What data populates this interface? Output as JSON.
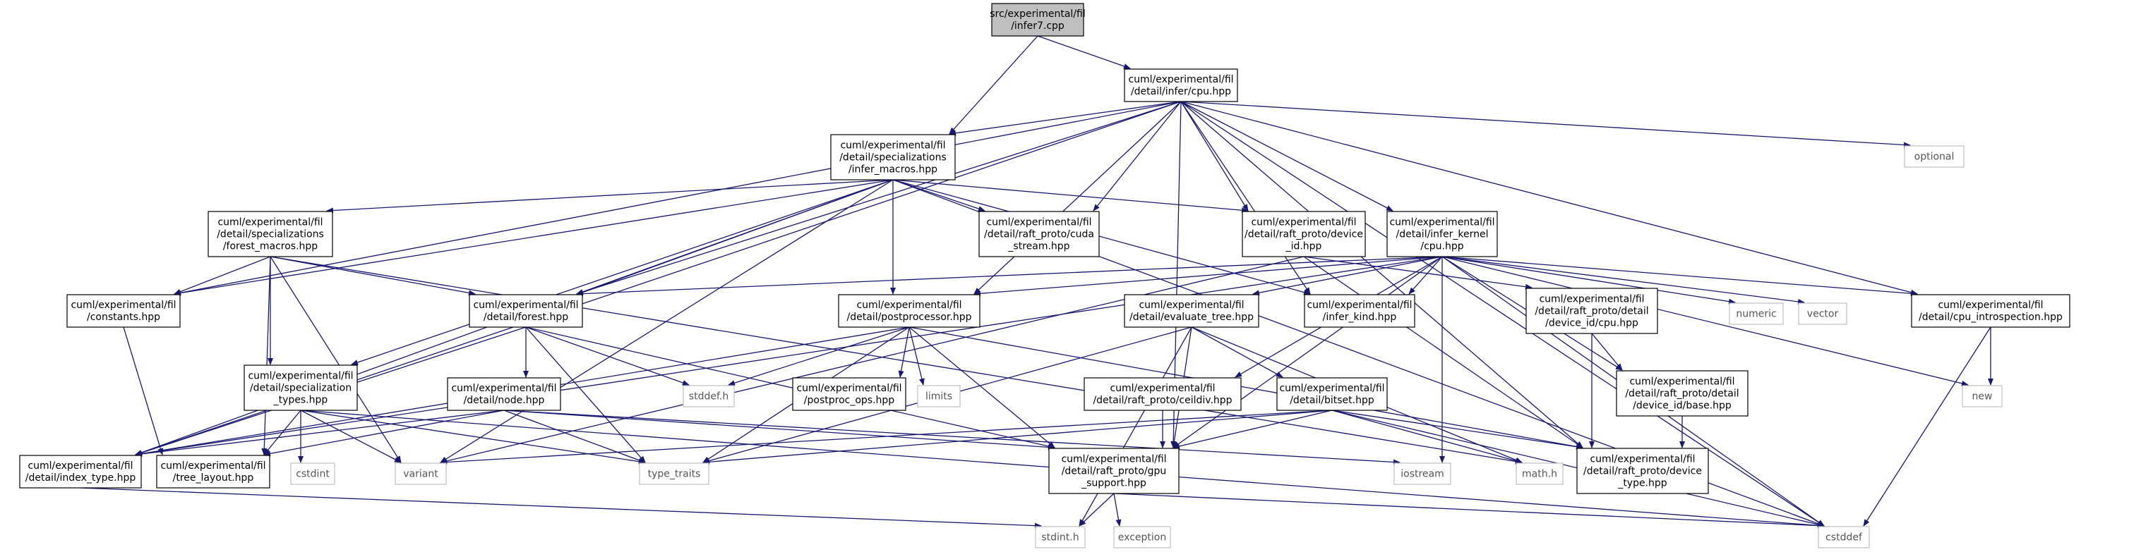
{
  "colors": {
    "root_fill": "#bfbfbf",
    "node_fill": "#ffffff",
    "node_stroke": "#000000",
    "system_stroke": "#bfbfbf",
    "system_text": "#555555",
    "edge": "#191970"
  },
  "nodes": [
    {
      "id": "n_infer7",
      "lines": [
        "src/experimental/fil",
        "/infer7.cpp"
      ],
      "kind": "root"
    },
    {
      "id": "n_cpu",
      "lines": [
        "cuml/experimental/fil",
        "/detail/infer/cpu.hpp"
      ],
      "kind": "file"
    },
    {
      "id": "n_infer_macros",
      "lines": [
        "cuml/experimental/fil",
        "/detail/specializations",
        "/infer_macros.hpp"
      ],
      "kind": "file"
    },
    {
      "id": "n_optional",
      "lines": [
        "optional"
      ],
      "kind": "system"
    },
    {
      "id": "n_cuda_stream",
      "lines": [
        "cuml/experimental/fil",
        "/detail/raft_proto/cuda",
        "_stream.hpp"
      ],
      "kind": "file"
    },
    {
      "id": "n_device_id",
      "lines": [
        "cuml/experimental/fil",
        "/detail/raft_proto/device",
        "_id.hpp"
      ],
      "kind": "file"
    },
    {
      "id": "n_infer_kernel",
      "lines": [
        "cuml/experimental/fil",
        "/detail/infer_kernel",
        "/cpu.hpp"
      ],
      "kind": "file"
    },
    {
      "id": "n_forest_macros",
      "lines": [
        "cuml/experimental/fil",
        "/detail/specializations",
        "/forest_macros.hpp"
      ],
      "kind": "file"
    },
    {
      "id": "n_constants",
      "lines": [
        "cuml/experimental/fil",
        "/constants.hpp"
      ],
      "kind": "file"
    },
    {
      "id": "n_forest",
      "lines": [
        "cuml/experimental/fil",
        "/detail/forest.hpp"
      ],
      "kind": "file"
    },
    {
      "id": "n_postprocessor",
      "lines": [
        "cuml/experimental/fil",
        "/detail/postprocessor.hpp"
      ],
      "kind": "file"
    },
    {
      "id": "n_evaluate_tree",
      "lines": [
        "cuml/experimental/fil",
        "/detail/evaluate_tree.hpp"
      ],
      "kind": "file"
    },
    {
      "id": "n_infer_kind",
      "lines": [
        "cuml/experimental/fil",
        "/infer_kind.hpp"
      ],
      "kind": "file"
    },
    {
      "id": "n_device_id_cpu",
      "lines": [
        "cuml/experimental/fil",
        "/detail/raft_proto/detail",
        "/device_id/cpu.hpp"
      ],
      "kind": "file"
    },
    {
      "id": "n_numeric",
      "lines": [
        "numeric"
      ],
      "kind": "system"
    },
    {
      "id": "n_vector",
      "lines": [
        "vector"
      ],
      "kind": "system"
    },
    {
      "id": "n_cpu_introspection",
      "lines": [
        "cuml/experimental/fil",
        "/detail/cpu_introspection.hpp"
      ],
      "kind": "file"
    },
    {
      "id": "n_spec_types",
      "lines": [
        "cuml/experimental/fil",
        "/detail/specialization",
        "_types.hpp"
      ],
      "kind": "file"
    },
    {
      "id": "n_node",
      "lines": [
        "cuml/experimental/fil",
        "/detail/node.hpp"
      ],
      "kind": "file"
    },
    {
      "id": "n_stddef_h",
      "lines": [
        "stddef.h"
      ],
      "kind": "system"
    },
    {
      "id": "n_postproc_ops",
      "lines": [
        "cuml/experimental/fil",
        "/postproc_ops.hpp"
      ],
      "kind": "file"
    },
    {
      "id": "n_limits",
      "lines": [
        "limits"
      ],
      "kind": "system"
    },
    {
      "id": "n_ceildiv",
      "lines": [
        "cuml/experimental/fil",
        "/detail/raft_proto/ceildiv.hpp"
      ],
      "kind": "file"
    },
    {
      "id": "n_bitset",
      "lines": [
        "cuml/experimental/fil",
        "/detail/bitset.hpp"
      ],
      "kind": "file"
    },
    {
      "id": "n_device_id_base",
      "lines": [
        "cuml/experimental/fil",
        "/detail/raft_proto/detail",
        "/device_id/base.hpp"
      ],
      "kind": "file"
    },
    {
      "id": "n_new",
      "lines": [
        "new"
      ],
      "kind": "system"
    },
    {
      "id": "n_index_type",
      "lines": [
        "cuml/experimental/fil",
        "/detail/index_type.hpp"
      ],
      "kind": "file"
    },
    {
      "id": "n_tree_layout",
      "lines": [
        "cuml/experimental/fil",
        "/tree_layout.hpp"
      ],
      "kind": "file"
    },
    {
      "id": "n_cstdint",
      "lines": [
        "cstdint"
      ],
      "kind": "system"
    },
    {
      "id": "n_variant",
      "lines": [
        "variant"
      ],
      "kind": "system"
    },
    {
      "id": "n_type_traits",
      "lines": [
        "type_traits"
      ],
      "kind": "system"
    },
    {
      "id": "n_gpu_support",
      "lines": [
        "cuml/experimental/fil",
        "/detail/raft_proto/gpu",
        "_support.hpp"
      ],
      "kind": "file"
    },
    {
      "id": "n_iostream",
      "lines": [
        "iostream"
      ],
      "kind": "system"
    },
    {
      "id": "n_math_h",
      "lines": [
        "math.h"
      ],
      "kind": "system"
    },
    {
      "id": "n_device_type",
      "lines": [
        "cuml/experimental/fil",
        "/detail/raft_proto/device",
        "_type.hpp"
      ],
      "kind": "file"
    },
    {
      "id": "n_stdint_h",
      "lines": [
        "stdint.h"
      ],
      "kind": "system"
    },
    {
      "id": "n_exception",
      "lines": [
        "exception"
      ],
      "kind": "system"
    },
    {
      "id": "n_cstddef",
      "lines": [
        "cstddef"
      ],
      "kind": "system"
    }
  ],
  "edges": [
    [
      "n_infer7",
      "n_cpu"
    ],
    [
      "n_infer7",
      "n_infer_macros"
    ],
    [
      "n_cpu",
      "n_infer_macros"
    ],
    [
      "n_cpu",
      "n_optional"
    ],
    [
      "n_cpu",
      "n_cuda_stream"
    ],
    [
      "n_cpu",
      "n_device_id"
    ],
    [
      "n_cpu",
      "n_infer_kernel"
    ],
    [
      "n_cpu",
      "n_constants"
    ],
    [
      "n_cpu",
      "n_forest"
    ],
    [
      "n_cpu",
      "n_postprocessor"
    ],
    [
      "n_cpu",
      "n_infer_kind"
    ],
    [
      "n_cpu",
      "n_cpu_introspection"
    ],
    [
      "n_cpu",
      "n_index_type"
    ],
    [
      "n_cpu",
      "n_gpu_support"
    ],
    [
      "n_cpu",
      "n_device_type"
    ],
    [
      "n_cpu",
      "n_cstddef"
    ],
    [
      "n_infer_macros",
      "n_forest_macros"
    ],
    [
      "n_infer_macros",
      "n_constants"
    ],
    [
      "n_infer_macros",
      "n_forest"
    ],
    [
      "n_infer_macros",
      "n_postprocessor"
    ],
    [
      "n_infer_macros",
      "n_spec_types"
    ],
    [
      "n_infer_macros",
      "n_cuda_stream"
    ],
    [
      "n_infer_macros",
      "n_device_id"
    ],
    [
      "n_infer_macros",
      "n_infer_kind"
    ],
    [
      "n_infer_macros",
      "n_index_type"
    ],
    [
      "n_infer_macros",
      "n_variant"
    ],
    [
      "n_infer_macros",
      "n_cstddef"
    ],
    [
      "n_device_id",
      "n_device_id_cpu"
    ],
    [
      "n_device_id",
      "n_device_type"
    ],
    [
      "n_device_id",
      "n_variant"
    ],
    [
      "n_infer_kernel",
      "n_evaluate_tree"
    ],
    [
      "n_infer_kernel",
      "n_postprocessor"
    ],
    [
      "n_infer_kernel",
      "n_infer_kind"
    ],
    [
      "n_infer_kernel",
      "n_numeric"
    ],
    [
      "n_infer_kernel",
      "n_vector"
    ],
    [
      "n_infer_kernel",
      "n_new"
    ],
    [
      "n_infer_kernel",
      "n_cpu_introspection"
    ],
    [
      "n_infer_kernel",
      "n_ceildiv"
    ],
    [
      "n_infer_kernel",
      "n_gpu_support"
    ],
    [
      "n_infer_kernel",
      "n_iostream"
    ],
    [
      "n_infer_kernel",
      "n_forest"
    ],
    [
      "n_infer_kernel",
      "n_index_type"
    ],
    [
      "n_infer_kernel",
      "n_cstddef"
    ],
    [
      "n_infer_kernel",
      "n_device_id_base"
    ],
    [
      "n_forest_macros",
      "n_constants"
    ],
    [
      "n_forest_macros",
      "n_forest"
    ],
    [
      "n_forest_macros",
      "n_spec_types"
    ],
    [
      "n_forest_macros",
      "n_tree_layout"
    ],
    [
      "n_forest_macros",
      "n_variant"
    ],
    [
      "n_forest_macros",
      "n_math_h"
    ],
    [
      "n_constants",
      "n_tree_layout"
    ],
    [
      "n_forest",
      "n_node"
    ],
    [
      "n_forest",
      "n_stddef_h"
    ],
    [
      "n_forest",
      "n_index_type"
    ],
    [
      "n_forest",
      "n_type_traits"
    ],
    [
      "n_forest",
      "n_gpu_support"
    ],
    [
      "n_postprocessor",
      "n_postproc_ops"
    ],
    [
      "n_postprocessor",
      "n_limits"
    ],
    [
      "n_postprocessor",
      "n_stddef_h"
    ],
    [
      "n_postprocessor",
      "n_type_traits"
    ],
    [
      "n_postprocessor",
      "n_gpu_support"
    ],
    [
      "n_postprocessor",
      "n_index_type"
    ],
    [
      "n_postprocessor",
      "n_device_type"
    ],
    [
      "n_evaluate_tree",
      "n_bitset"
    ],
    [
      "n_evaluate_tree",
      "n_type_traits"
    ],
    [
      "n_evaluate_tree",
      "n_gpu_support"
    ],
    [
      "n_evaluate_tree",
      "n_stdint_h"
    ],
    [
      "n_evaluate_tree",
      "n_math_h"
    ],
    [
      "n_device_id_cpu",
      "n_device_id_base"
    ],
    [
      "n_device_id_cpu",
      "n_device_type"
    ],
    [
      "n_device_id_base",
      "n_device_type"
    ],
    [
      "n_cpu_introspection",
      "n_new"
    ],
    [
      "n_cpu_introspection",
      "n_cstddef"
    ],
    [
      "n_spec_types",
      "n_cstdint"
    ],
    [
      "n_spec_types",
      "n_variant"
    ],
    [
      "n_spec_types",
      "n_type_traits"
    ],
    [
      "n_spec_types",
      "n_tree_layout"
    ],
    [
      "n_spec_types",
      "n_cstddef"
    ],
    [
      "n_node",
      "n_index_type"
    ],
    [
      "n_node",
      "n_tree_layout"
    ],
    [
      "n_node",
      "n_type_traits"
    ],
    [
      "n_node",
      "n_gpu_support"
    ],
    [
      "n_node",
      "n_iostream"
    ],
    [
      "n_ceildiv",
      "n_gpu_support"
    ],
    [
      "n_bitset",
      "n_variant"
    ],
    [
      "n_bitset",
      "n_type_traits"
    ],
    [
      "n_bitset",
      "n_gpu_support"
    ],
    [
      "n_bitset",
      "n_math_h"
    ],
    [
      "n_bitset",
      "n_device_type"
    ],
    [
      "n_bitset",
      "n_cstddef"
    ],
    [
      "n_index_type",
      "n_stdint_h"
    ],
    [
      "n_gpu_support",
      "n_stdint_h"
    ],
    [
      "n_gpu_support",
      "n_exception"
    ],
    [
      "n_gpu_support",
      "n_cstddef"
    ]
  ]
}
